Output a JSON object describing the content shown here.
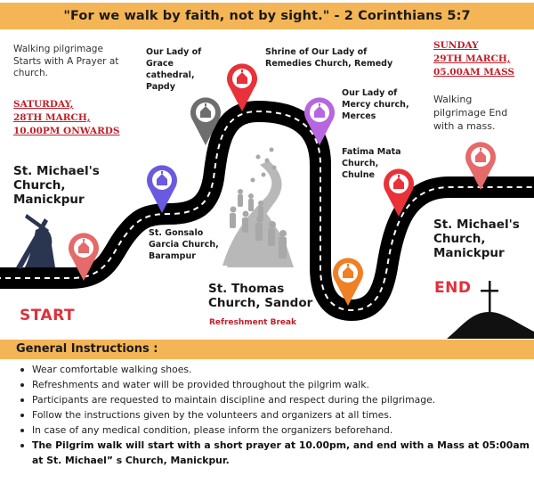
{
  "banner": {
    "quote": "\"For we walk by faith, not by sight.\" - 2 Corinthians 5:7"
  },
  "start_info": {
    "note": "Walking pilgrimage Starts with A Prayer at church.",
    "date_lines": [
      "SATURDAY,",
      "28TH MARCH,",
      "10.00PM ONWARDS"
    ]
  },
  "end_info": {
    "date_lines": [
      "SUNDAY",
      "29TH MARCH,",
      "05.00AM MASS"
    ],
    "note": "Walking pilgrimage End with a mass."
  },
  "route": {
    "start_church": [
      "St. Michael's",
      "Church,",
      "Manickpur"
    ],
    "start_label": "START",
    "end_church": [
      "St. Michael's",
      "Church,",
      "Manickpur"
    ],
    "end_label": "END",
    "stops": [
      {
        "name": [
          "St. Gonsalo",
          "Garcia Church,",
          "Barampur"
        ],
        "pin_color": "#6a5ae0"
      },
      {
        "name": [
          "Our Lady of",
          "Grace",
          "cathedral,",
          "Papdy"
        ],
        "pin_color": "#6e6e6e"
      },
      {
        "name": [
          "Shrine of Our Lady of",
          "Remedies Church, Remedy"
        ],
        "pin_color": "#e8323a"
      },
      {
        "name": [
          "Our Lady of",
          "Mercy church,",
          "Merces"
        ],
        "pin_color": "#b766e0"
      },
      {
        "name": [
          "St. Thomas",
          "Church, Sandor"
        ],
        "pin_color": "#f08025",
        "note": "Refreshment Break"
      },
      {
        "name": [
          "Fatima Mata",
          "Church,",
          "Chulne"
        ],
        "pin_color": "#e8323a"
      }
    ],
    "start_pin_color": "#e56a6a",
    "end_pin_color": "#e56a6a"
  },
  "instructions": {
    "title": "General Instructions :",
    "items": [
      "Wear comfortable walking shoes.",
      "Refreshments and water will be provided throughout the pilgrim walk.",
      "Participants are requested to maintain discipline and respect during the pilgrimage.",
      "Follow the instructions given by the volunteers and organizers at all times.",
      "In case of any medical condition, please inform the organizers beforehand.",
      "The Pilgrim walk will start with a short prayer at 10.00pm, and end with a Mass at 05:00am at St. Michael” s Church, Manickpur."
    ]
  },
  "colors": {
    "banner": "#f4b556",
    "accent_red": "#c0202a",
    "road": "#000000"
  }
}
